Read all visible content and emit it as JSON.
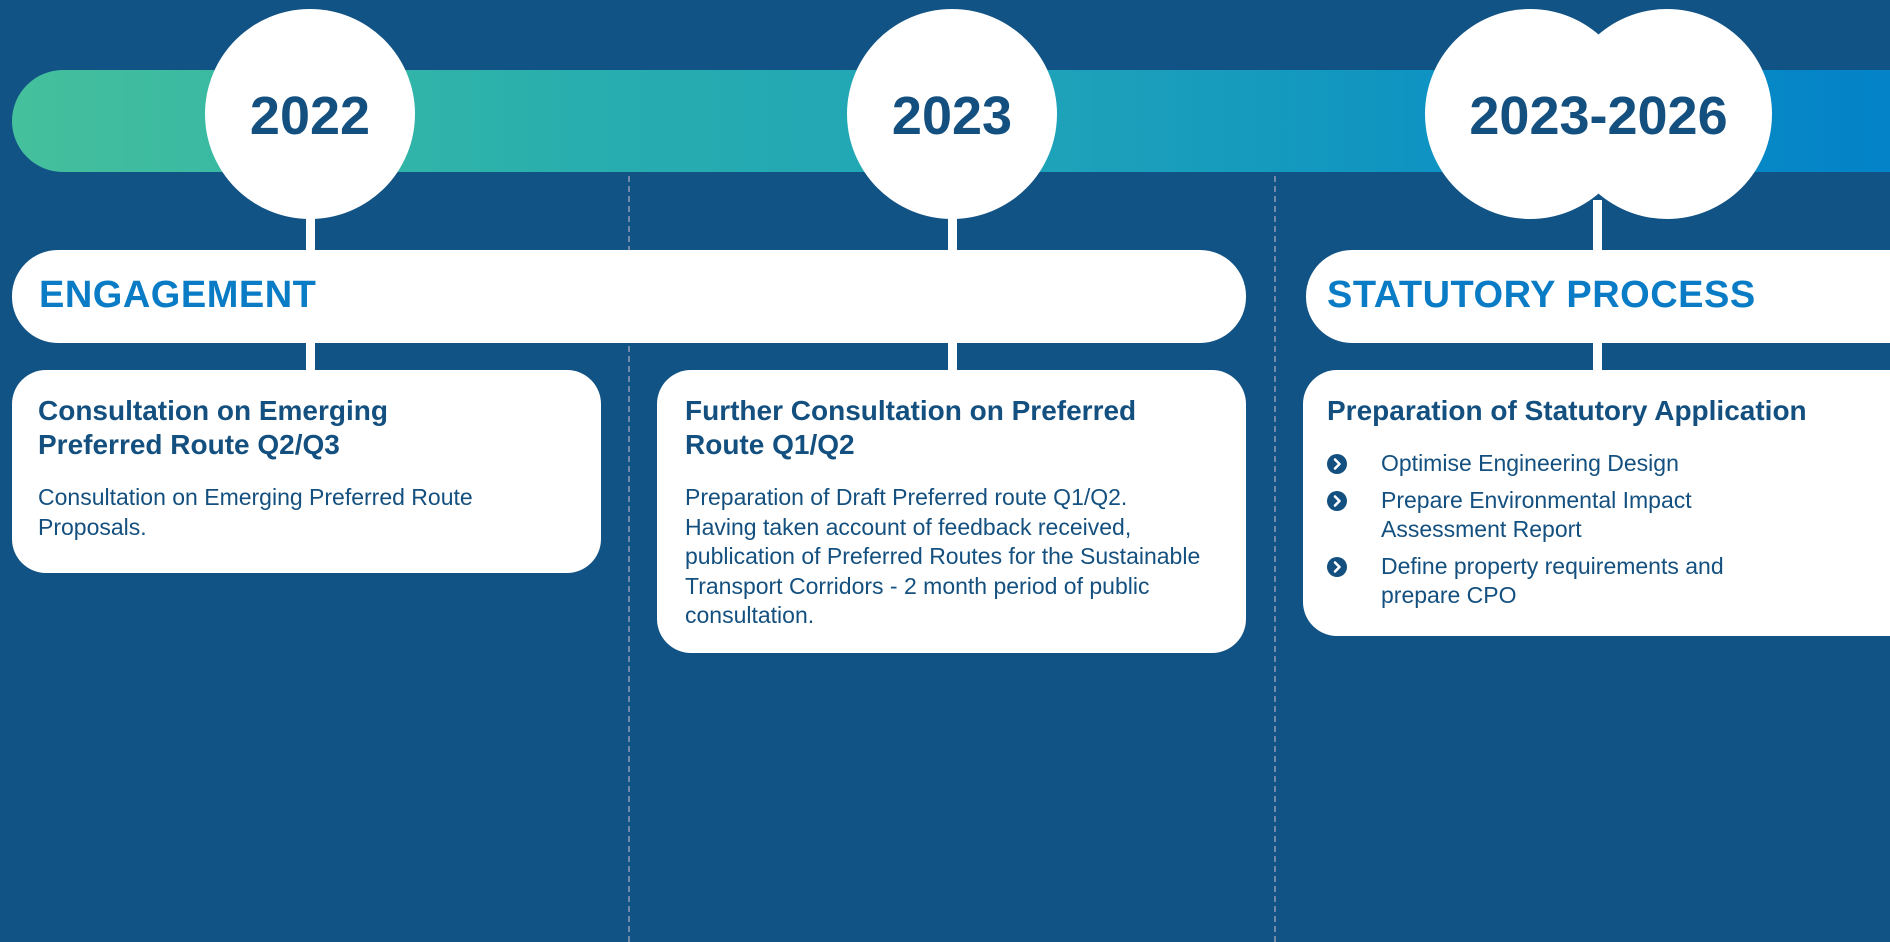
{
  "timeline": {
    "years": [
      "2022",
      "2023",
      "2023-2026"
    ]
  },
  "phases": {
    "engagement": "ENGAGEMENT",
    "statutory": "STATUTORY PROCESS"
  },
  "cards": [
    {
      "title": "Consultation on Emerging Preferred Route Q2/Q3",
      "text": "Consultation on Emerging Preferred Route Proposals."
    },
    {
      "title": "Further Consultation on Preferred Route Q1/Q2",
      "text": "Preparation of Draft Preferred route Q1/Q2. Having taken account of feedback received, publication of Preferred Routes for the Sustainable Transport Corridors - 2 month period of public consultation."
    },
    {
      "title": "Preparation of Statutory Application",
      "bullets": [
        "Optimise Engineering Design",
        "Prepare Environmental Impact Assessment Report",
        "Define property requirements and prepare CPO"
      ]
    }
  ],
  "colors": {
    "background": "#125385",
    "gradient_start": "#45c09c",
    "gradient_end": "#0382c8",
    "heading_blue": "#0a7cc5",
    "text_navy": "#14507f"
  },
  "icons": {
    "bullet": "chevron-circle-right-icon"
  }
}
